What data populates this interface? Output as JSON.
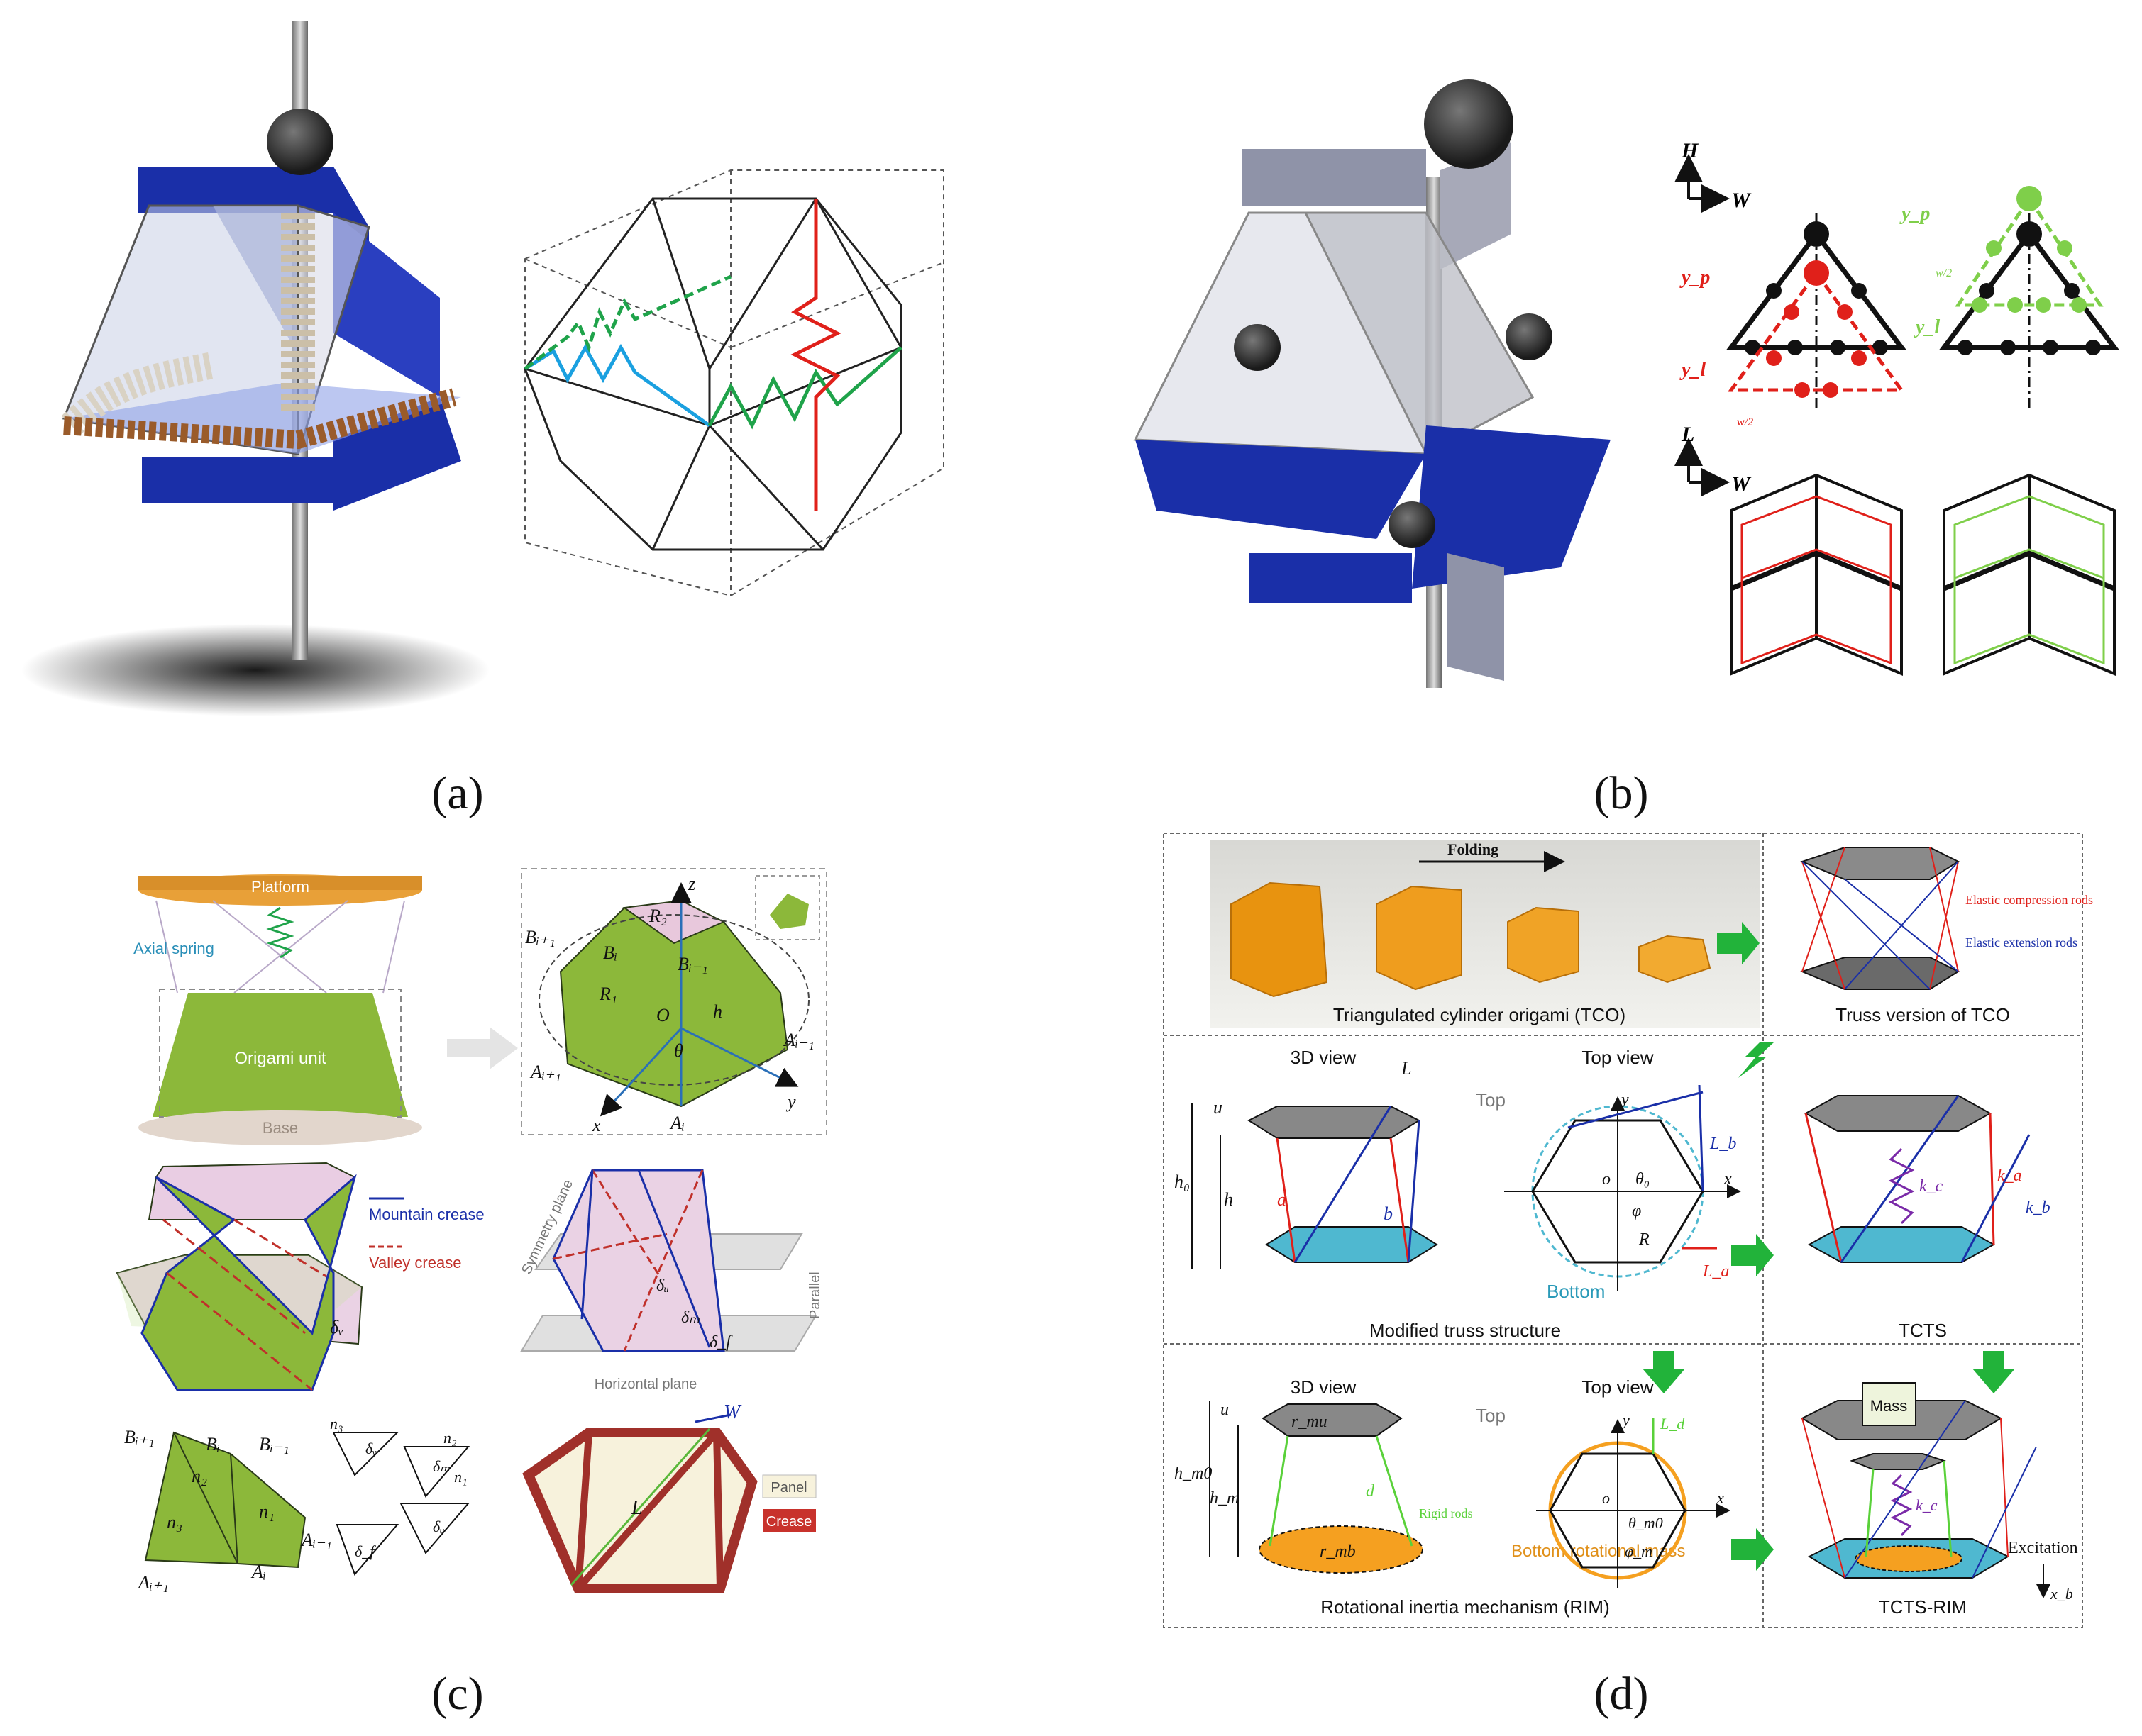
{
  "captions": {
    "a": "(a)",
    "b": "(b)",
    "c": "(c)",
    "d": "(d)"
  },
  "panel_b": {
    "axis_top": {
      "v": "H",
      "h": "W"
    },
    "axis_bottom": {
      "v": "L",
      "h": "W"
    },
    "yp_red": "y_p",
    "y1_red": "y_l",
    "yp_green": "y_p",
    "y1_green": "y_l",
    "w_half_red": "w/2",
    "w_half_green": "w/2"
  },
  "panel_c": {
    "platform": "Platform",
    "axial_spring": "Axial spring",
    "origami_unit": "Origami unit",
    "base": "Base",
    "mountain_crease": "Mountain crease",
    "valley_crease": "Valley crease",
    "symmetry_plane": "Symmetry plane",
    "parallel": "Parallel",
    "horizontal_plane": "Horizontal plane",
    "panel": "Panel",
    "crease": "Crease",
    "geom": {
      "z": "z",
      "x": "x",
      "y": "y",
      "O": "O",
      "theta": "θ",
      "h": "h",
      "R1": "R₁",
      "R2": "R₂",
      "Bi1": "Bᵢ₊₁",
      "Bi": "Bᵢ",
      "Bim1": "Bᵢ₋₁",
      "Ai1": "Aᵢ₊₁",
      "Ai": "Aᵢ",
      "Aim1": "Aᵢ₋₁",
      "delta_v": "δᵥ",
      "delta_u": "δᵤ",
      "delta_m": "δₘ",
      "delta_f": "δ_f",
      "n1": "n₁",
      "n2": "n₂",
      "n3": "n₃",
      "W": "W",
      "L": "L"
    }
  },
  "panel_d": {
    "folding": "Folding",
    "tco": "Triangulated cylinder origami (TCO)",
    "truss_tco": "Truss version of TCO",
    "elastic_compression": "Elastic compression rods",
    "elastic_extension": "Elastic extension rods",
    "view3d": "3D view",
    "topview": "Top view",
    "top": "Top",
    "bottom": "Bottom",
    "modified_truss": "Modified truss structure",
    "tcts": "TCTS",
    "view3d_2": "3D view",
    "topview_2": "Top view",
    "top_2": "Top",
    "rigid_rods": "Rigid rods",
    "bottom_rot_mass": "Bottom rotational mass",
    "rim": "Rotational inertia mechanism (RIM)",
    "mass": "Mass",
    "excitation": "Excitation",
    "tcts_rim": "TCTS-RIM",
    "sym": {
      "u": "u",
      "h0": "h₀",
      "h": "h",
      "a": "a",
      "b": "b",
      "L": "L",
      "x": "x",
      "y": "y",
      "o": "o",
      "theta0": "θ₀",
      "phi": "φ",
      "R": "R",
      "Lb": "L_b",
      "La": "L_a",
      "kc": "k_c",
      "ka": "k_a",
      "kb": "k_b",
      "hm0": "h_m0",
      "hm": "h_m",
      "rmu": "r_mu",
      "rmb": "r_mb",
      "d": "d",
      "Ld": "L_d",
      "thetam0": "θ_m0",
      "phim": "φ_m",
      "xb": "x_b"
    }
  },
  "colors": {
    "blue_panel": "#1a2fa8",
    "green_origami": "#8cb83a",
    "red": "#e0201a",
    "green_spring": "#1fa34a",
    "cyan_spring": "#1aa0e0",
    "light_green": "#7fcf4a",
    "orange": "#f5a020",
    "teal": "#4fb8d0",
    "arrow_green": "#22b33a"
  }
}
